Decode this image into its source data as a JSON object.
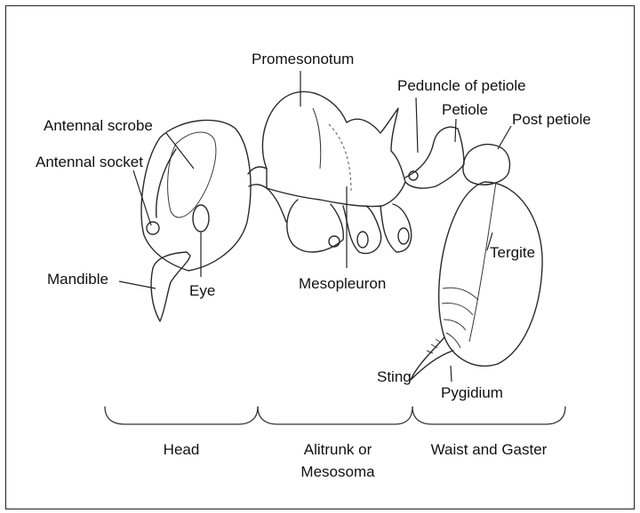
{
  "labels": {
    "promesonotum": "Promesonotum",
    "peduncle": "Peduncle of petiole",
    "petiole": "Petiole",
    "post_petiole": "Post petiole",
    "antennal_scrobe": "Antennal scrobe",
    "antennal_socket": "Antennal socket",
    "mandible": "Mandible",
    "eye": "Eye",
    "mesopleuron": "Mesopleuron",
    "tergite": "Tergite",
    "sting": "Sting",
    "pygidium": "Pygidium"
  },
  "sections": {
    "head": "Head",
    "alitrunk_line1": "Alitrunk or",
    "alitrunk_line2": "Mesosoma",
    "waist": "Waist and Gaster"
  }
}
